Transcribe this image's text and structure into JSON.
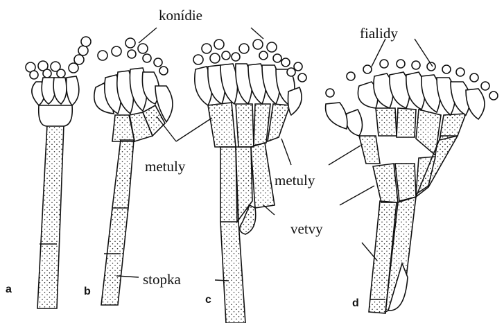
{
  "labels": {
    "konidie": "konídie",
    "fialidy": "fialidy",
    "metuly_1": "metuly",
    "metuly_2": "metuly",
    "vetvy": "vetvy",
    "stopka": "stopka"
  },
  "panels": {
    "a": "a",
    "b": "b",
    "c": "c",
    "d": "d"
  }
}
